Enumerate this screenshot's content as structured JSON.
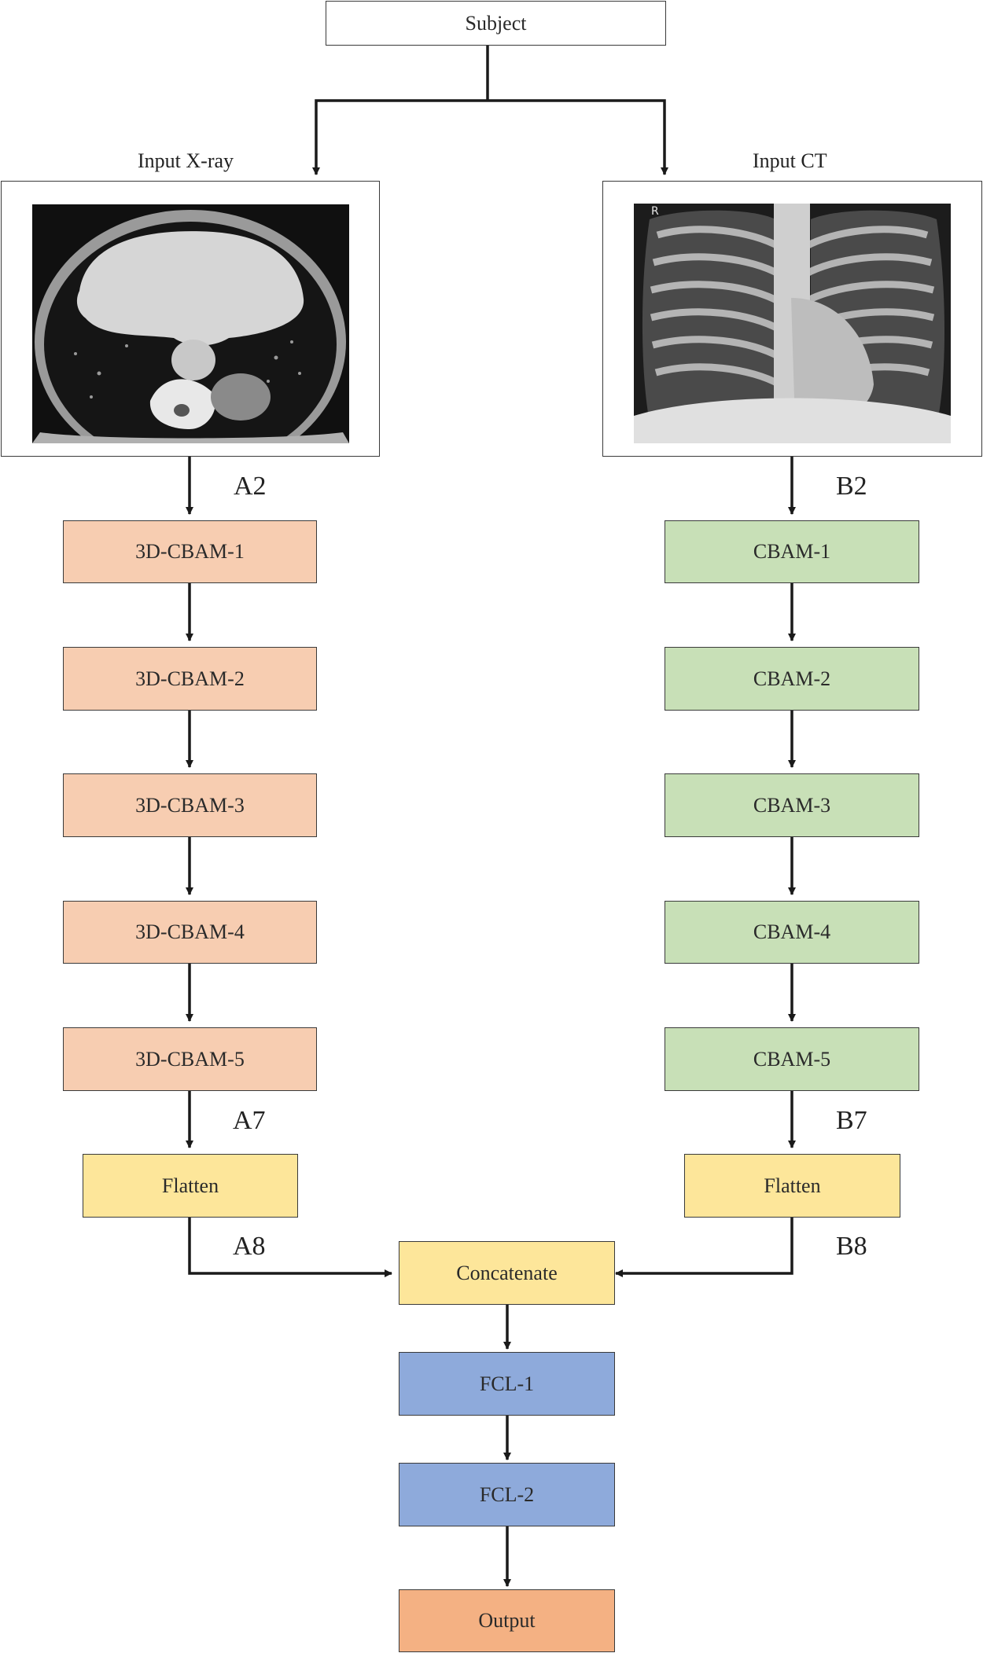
{
  "colors": {
    "salmon": "#f7cdb1",
    "green": "#c8e0b7",
    "yellow": "#fde69a",
    "blue": "#8eaadb",
    "orange": "#f4b183",
    "line": "#1a1a1a"
  },
  "subject": "Subject",
  "left": {
    "input_label": "Input X-ray",
    "image": "ct-scan-image",
    "marker_top": "A2",
    "blocks": [
      "3D-CBAM-1",
      "3D-CBAM-2",
      "3D-CBAM-3",
      "3D-CBAM-4",
      "3D-CBAM-5"
    ],
    "marker_pre_flatten": "A7",
    "flatten": "Flatten",
    "marker_post_flatten": "A8"
  },
  "right": {
    "input_label": "Input CT",
    "image": "chest-xray-image",
    "image_marker": "R",
    "marker_top": "B2",
    "blocks": [
      "CBAM-1",
      "CBAM-2",
      "CBAM-3",
      "CBAM-4",
      "CBAM-5"
    ],
    "marker_pre_flatten": "B7",
    "flatten": "Flatten",
    "marker_post_flatten": "B8"
  },
  "concatenate": "Concatenate",
  "fcl": [
    "FCL-1",
    "FCL-2"
  ],
  "output": "Output"
}
